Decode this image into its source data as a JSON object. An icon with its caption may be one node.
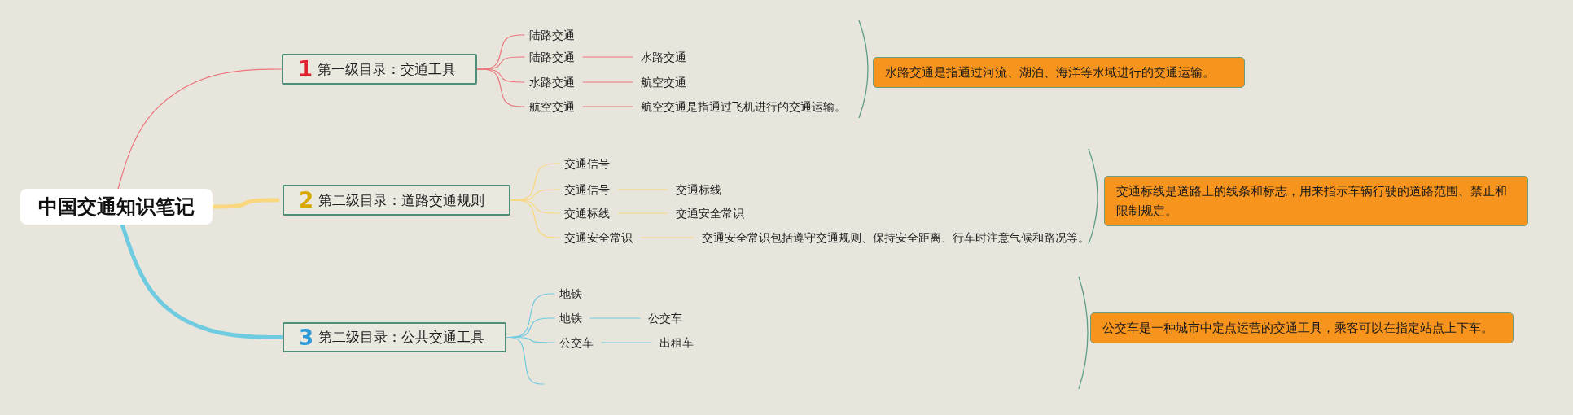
{
  "diagram": {
    "nodes": [
      {
        "text": [
          "中国交通知识笔记"
        ]
      },
      {
        "text": [
          "1",
          "第一级目录：交通工具"
        ]
      },
      {
        "text": [
          "陆路交通"
        ]
      },
      {
        "text": [
          "陆路交通"
        ]
      },
      {
        "text": [
          "水路交通"
        ]
      },
      {
        "text": [
          "航空交通"
        ]
      },
      {
        "text": [
          "水路交通"
        ]
      },
      {
        "text": [
          "航空交通"
        ]
      },
      {
        "text": [
          "航空交通是指通过飞机进行的交通运输。"
        ]
      },
      {
        "text": [
          "水路交通是指通过河流、湖泊、海洋等水域进行的交通运输。"
        ]
      },
      {
        "text": [
          "2",
          "第二级目录：道路交通规则"
        ]
      },
      {
        "text": [
          "交通信号"
        ]
      },
      {
        "text": [
          "交通信号"
        ]
      },
      {
        "text": [
          "交通标线"
        ]
      },
      {
        "text": [
          "交通安全常识"
        ]
      },
      {
        "text": [
          "交通标线"
        ]
      },
      {
        "text": [
          "交通安全常识"
        ]
      },
      {
        "text": [
          "交通安全常识包括遵守交通规则、保持安全距离、行车时注意气候和路况等。"
        ]
      },
      {
        "text": [
          "交通标线是道路上的线条和标志，用来指示车辆行驶的道路范围、禁止和限制规定。"
        ]
      },
      {
        "text": [
          "3",
          "第二级目录：公共交通工具"
        ]
      },
      {
        "text": [
          "地铁"
        ]
      },
      {
        "text": [
          "地铁"
        ]
      },
      {
        "text": [
          "公交车"
        ]
      },
      {
        "text": [
          "公交车"
        ]
      },
      {
        "text": [
          "出租车"
        ]
      },
      {
        "text": [
          "公交车是一种城市中定点运营的交通工具，乘客可以在指定站点上下车。"
        ]
      }
    ],
    "edges": [
      {
        "from": 0,
        "to": 1,
        "arrow": "none",
        "color": "#e9777c"
      },
      {
        "from": 0,
        "to": 10,
        "arrow": "none",
        "style": "thick",
        "color": "#f9d77e"
      },
      {
        "from": 0,
        "to": 19,
        "arrow": "none",
        "style": "thick",
        "color": "#6ecbe0"
      },
      {
        "from": 1,
        "to": 2,
        "arrow": "none",
        "color": "#e9777c"
      },
      {
        "from": 1,
        "to": 3,
        "arrow": "none",
        "color": "#e9777c"
      },
      {
        "from": 1,
        "to": 4,
        "arrow": "none",
        "color": "#e9777c"
      },
      {
        "from": 1,
        "to": 5,
        "arrow": "none",
        "color": "#e9777c"
      },
      {
        "from": 3,
        "to": 6,
        "arrow": "none",
        "color": "#e9777c"
      },
      {
        "from": 4,
        "to": 7,
        "arrow": "none",
        "color": "#e9777c"
      },
      {
        "from": 5,
        "to": 8,
        "arrow": "none",
        "color": "#e9777c"
      },
      {
        "from": 10,
        "to": 11,
        "arrow": "none",
        "color": "#f9d77e"
      },
      {
        "from": 10,
        "to": 12,
        "arrow": "none",
        "color": "#f9d77e"
      },
      {
        "from": 10,
        "to": 13,
        "arrow": "none",
        "color": "#f9d77e"
      },
      {
        "from": 10,
        "to": 14,
        "arrow": "none",
        "color": "#f9d77e"
      },
      {
        "from": 12,
        "to": 15,
        "arrow": "none",
        "color": "#f9d77e"
      },
      {
        "from": 13,
        "to": 16,
        "arrow": "none",
        "color": "#f9d77e"
      },
      {
        "from": 14,
        "to": 17,
        "arrow": "none",
        "color": "#f9d77e"
      },
      {
        "from": 19,
        "to": 20,
        "arrow": "none",
        "color": "#6ecbe0"
      },
      {
        "from": 19,
        "to": 21,
        "arrow": "none",
        "color": "#6ecbe0"
      },
      {
        "from": 19,
        "to": 22,
        "arrow": "none",
        "color": "#6ecbe0"
      },
      {
        "from": 19,
        "to": null,
        "arrow": "none",
        "color": "#6ecbe0"
      },
      {
        "from": 21,
        "to": 23,
        "arrow": "none",
        "color": "#6ecbe0"
      },
      {
        "from": 22,
        "to": 24,
        "arrow": "none",
        "color": "#6ecbe0"
      }
    ]
  }
}
